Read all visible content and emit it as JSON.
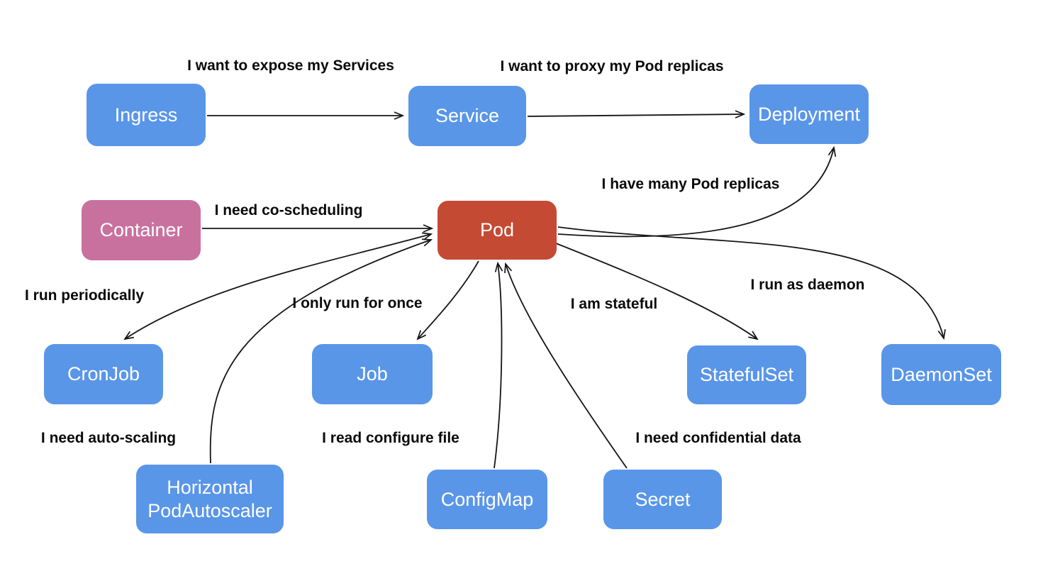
{
  "diagram": {
    "nodes": [
      {
        "id": "ingress",
        "label": "Ingress",
        "color": "#5A96E8"
      },
      {
        "id": "service",
        "label": "Service",
        "color": "#5A96E8"
      },
      {
        "id": "deployment",
        "label": "Deployment",
        "color": "#5A96E8"
      },
      {
        "id": "container",
        "label": "Container",
        "color": "#C9719E"
      },
      {
        "id": "pod",
        "label": "Pod",
        "color": "#C54A33"
      },
      {
        "id": "cronjob",
        "label": "CronJob",
        "color": "#5A96E8"
      },
      {
        "id": "job",
        "label": "Job",
        "color": "#5A96E8"
      },
      {
        "id": "statefulset",
        "label": "StatefulSet",
        "color": "#5A96E8"
      },
      {
        "id": "daemonset",
        "label": "DaemonSet",
        "color": "#5A96E8"
      },
      {
        "id": "hpa",
        "label": "Horizontal\nPodAutoscaler",
        "color": "#5A96E8"
      },
      {
        "id": "configmap",
        "label": "ConfigMap",
        "color": "#5A96E8"
      },
      {
        "id": "secret",
        "label": "Secret",
        "color": "#5A96E8"
      }
    ],
    "edges": [
      {
        "from": "ingress",
        "to": "service",
        "label": "I want to expose my Services",
        "arrows": "forward"
      },
      {
        "from": "service",
        "to": "deployment",
        "label": "I want to proxy my Pod replicas",
        "arrows": "forward"
      },
      {
        "from": "container",
        "to": "pod",
        "label": "I need co-scheduling",
        "arrows": "forward"
      },
      {
        "from": "pod",
        "to": "deployment",
        "label": "I have many Pod replicas",
        "arrows": "forward"
      },
      {
        "from": "pod",
        "to": "cronjob",
        "label": "I run periodically",
        "arrows": "both"
      },
      {
        "from": "hpa",
        "to": "pod",
        "label": "I need auto-scaling",
        "arrows": "forward"
      },
      {
        "from": "pod",
        "to": "job",
        "label": "I only run for once",
        "arrows": "forward"
      },
      {
        "from": "configmap",
        "to": "pod",
        "label": "I read configure file",
        "arrows": "forward"
      },
      {
        "from": "secret",
        "to": "pod",
        "label": "I need confidential data",
        "arrows": "forward"
      },
      {
        "from": "pod",
        "to": "statefulset",
        "label": "I am stateful",
        "arrows": "forward"
      },
      {
        "from": "pod",
        "to": "daemonset",
        "label": "I run as daemon",
        "arrows": "forward"
      }
    ],
    "colors": {
      "workload_box": "#5A96E8",
      "container_box": "#C9719E",
      "pod_box": "#C54A33",
      "box_text": "#FFFFFF",
      "edge_label_text": "#0A0A0A",
      "arrow": "#151515",
      "background": "#FFFFFF"
    }
  }
}
